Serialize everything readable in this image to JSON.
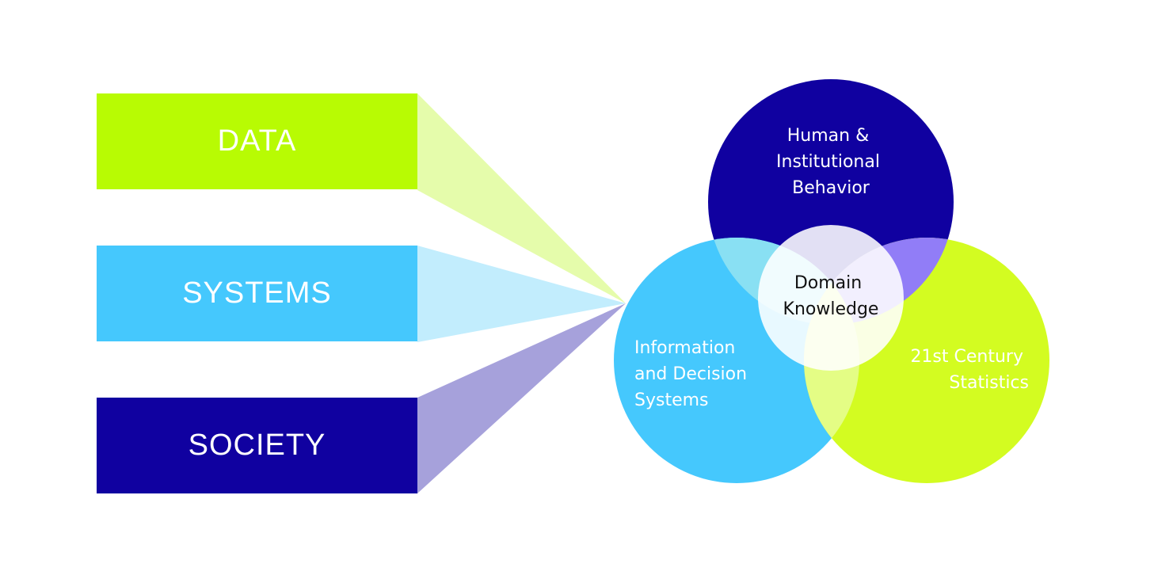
{
  "pillars": [
    {
      "label": "DATA",
      "color": "#b8fb03",
      "funnel_color": "#e5fcab"
    },
    {
      "label": "SYSTEMS",
      "color": "#45c8fd",
      "funnel_color": "#c2edfd"
    },
    {
      "label": "SOCIETY",
      "color": "#1001a0",
      "funnel_color": "#a6a1db"
    }
  ],
  "venn": {
    "top": {
      "lines": [
        "Human &",
        "Institutional",
        "Behavior"
      ],
      "color": "#1001a0"
    },
    "left": {
      "lines": [
        "Information",
        "and Decision",
        "Systems"
      ],
      "color": "#45c8fd"
    },
    "right": {
      "lines": [
        "21st Century",
        "Statistics"
      ],
      "color": "#d3fc21"
    },
    "center": {
      "lines": [
        "Domain",
        "Knowledge"
      ],
      "color": "#ffffff"
    },
    "overlap_colors": {
      "top_left": "#89e0f3",
      "top_right": "#917df7",
      "left_right": "#e4fd85"
    }
  }
}
